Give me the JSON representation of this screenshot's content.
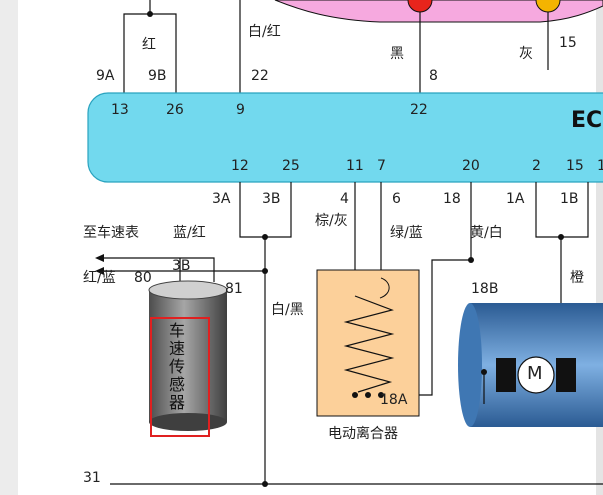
{
  "colors": {
    "ecu_fill": "#72d9ee",
    "ecu_stroke": "#2aa3bf",
    "top_blob": "#f6a9df",
    "relay_red": "#e8241c",
    "relay_yellow": "#f4b400",
    "sensor_body": "#7a7a7a",
    "sensor_top": "#d0d0d0",
    "clutch_fill": "#fcd09a",
    "motor_fill": "#3f77b3",
    "highlight_box": "#e02020",
    "left_bar": "#ececec",
    "wire": "#111111"
  },
  "top": {
    "red_label": "红",
    "white_red_label": "白/红",
    "black_label": "黑",
    "pin_8": "8",
    "gray_label": "灰",
    "pin_15": "15",
    "pin_9a": "9A",
    "pin_9b": "9B",
    "pin_22": "22"
  },
  "ecu": {
    "label": "EC",
    "top_pins": [
      "13",
      "26",
      "9",
      "22"
    ],
    "bottom_pins": [
      "12",
      "25",
      "11",
      "7",
      "20",
      "2",
      "15",
      "1"
    ]
  },
  "connectors": [
    "3A",
    "3B",
    "4",
    "6",
    "18",
    "1A",
    "1B"
  ],
  "wires": {
    "brown_gray": "棕/灰",
    "green_blue": "绿/蓝",
    "yellow_white": "黄/白",
    "to_speedo": "至车速表",
    "blue_red": "蓝/红",
    "red_blue": "红/蓝",
    "pin_80": "80",
    "pin_3b": "3B",
    "pin_81": "81",
    "white_black": "白/黑",
    "pin_18b": "18B",
    "orange": "橙",
    "pin_18a": "18A",
    "pin_31": "31"
  },
  "sensor": {
    "label_chars": [
      "车",
      "速",
      "传",
      "感",
      "器"
    ]
  },
  "clutch": {
    "label": "电动离合器"
  },
  "motor": {
    "label": "M"
  }
}
